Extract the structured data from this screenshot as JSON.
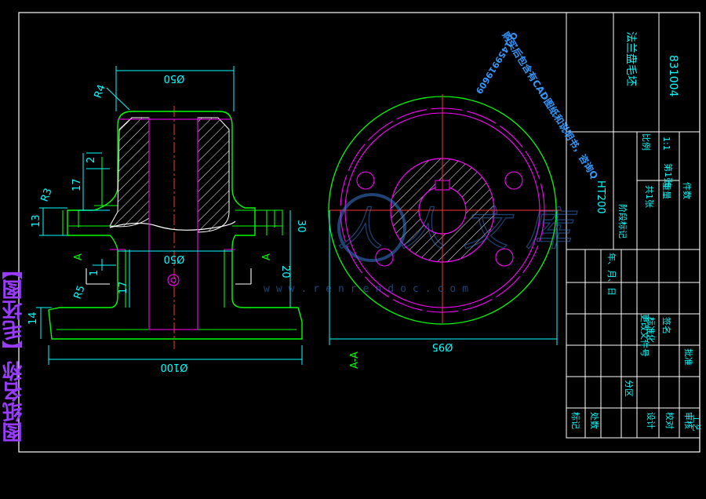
{
  "side_title": "图纸名称【毛坯图】",
  "dimensions": {
    "top_dia": "Ø50",
    "mid_dia": "Ø50",
    "base_dia": "Ø100",
    "flange_dia": "Ø95",
    "r4": "R4",
    "h2": "2",
    "h17_upper": "17",
    "r3": "R3",
    "h13": "13",
    "h30": "30",
    "h20": "20",
    "h17_lower": "17",
    "h14": "14",
    "r5": "R5",
    "h1": "1"
  },
  "section_marks": {
    "left_a": "A",
    "right_a": "A",
    "view_label": "A-A"
  },
  "title_block": {
    "part_name": "法兰盘毛坯",
    "drawing_no": "831004",
    "material": "HT200",
    "scale_label": "比例",
    "scale": "1:1",
    "sheet_total": "共1张",
    "sheet_no": "第1张",
    "weight_label": "重量",
    "quantity_label": "件数",
    "rev_cols": [
      "标记",
      "处数",
      "分区",
      "更改文件号",
      "签名",
      "年、月、日"
    ],
    "sign_rows": [
      "设计",
      "校对",
      "审核",
      "工艺"
    ],
    "std_label": "标准化",
    "approve_label": "批准",
    "stage_label": "阶段标记"
  },
  "watermark": {
    "logo_text": "人人文库",
    "site": "www.renrendoc.com",
    "notice_1": "购买后包含有CAD图纸和说明书，咨询Q",
    "notice_2": "Q:1459919609"
  },
  "colors": {
    "background": "#000000",
    "frame": "#ffffff",
    "outline": "#00ff00",
    "hidden": "#ff00ff",
    "dimension": "#00ffff",
    "center": "#ff3333",
    "hatch": "#ffffff",
    "title_text": "#9a3cff"
  }
}
